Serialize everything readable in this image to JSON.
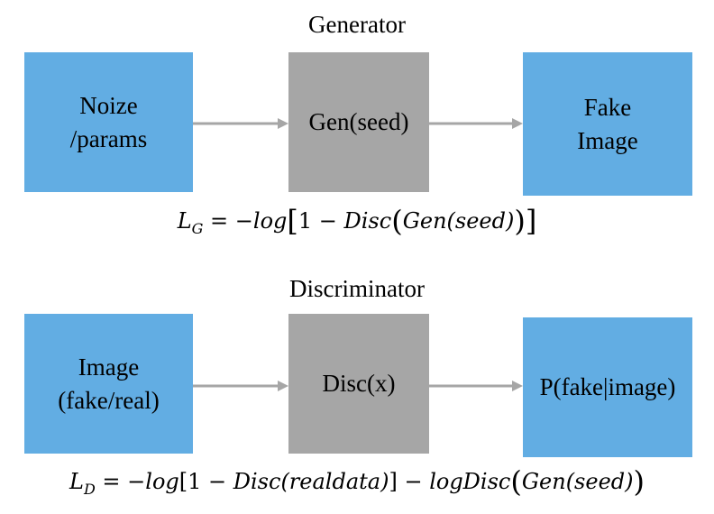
{
  "generator": {
    "title": "Generator",
    "input_box": [
      "Noize",
      "/params"
    ],
    "middle_box": [
      "Gen(seed)"
    ],
    "output_box": [
      "Fake",
      "Image"
    ],
    "loss": {
      "symbol": "L",
      "subscript": "G",
      "rhs_prefix": " = −",
      "log": "log",
      "bracket_open": "[",
      "one_minus": "1 − ",
      "disc": "Disc",
      "paren1_open": "(",
      "gen": "Gen",
      "inner": "(seed)",
      "paren1_close": ")",
      "bracket_close": "]"
    }
  },
  "discriminator": {
    "title": "Discriminator",
    "input_box": [
      "Image",
      "(fake/real)"
    ],
    "middle_box": [
      "Disc(x)"
    ],
    "output_box": [
      "P(fake|image)"
    ],
    "loss": {
      "symbol": "L",
      "subscript": "D",
      "rhs_prefix": " = −",
      "log": "log",
      "term1": "[1 − ",
      "disc_real": "Disc(realdata)",
      "term1_close": "] − ",
      "logdisc": "logDisc",
      "paren_open": "(",
      "gen": "Gen",
      "inner": "(seed)",
      "paren_close": ")"
    }
  },
  "colors": {
    "blue_box": "#62ADE3",
    "gray_box": "#A6A6A6",
    "arrow": "#A6A6A6"
  }
}
